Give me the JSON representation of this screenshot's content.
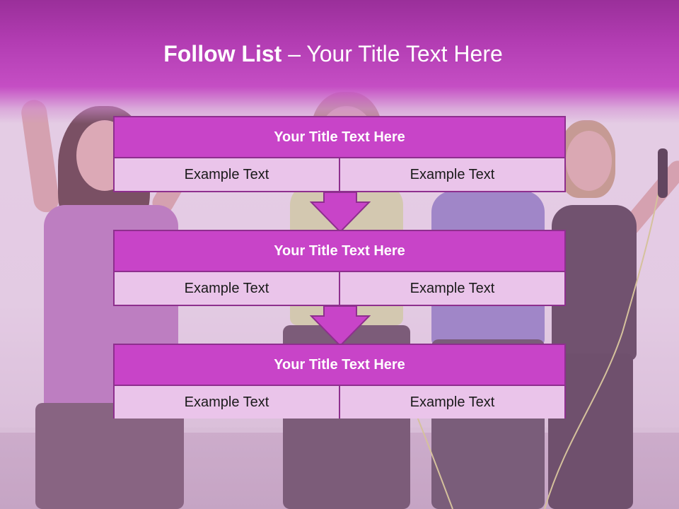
{
  "header": {
    "title_bold": "Follow List",
    "title_rest": " – Your Title Text Here"
  },
  "steps": [
    {
      "title": "Your Title Text Here",
      "left": "Example Text",
      "right": "Example Text"
    },
    {
      "title": "Your Title Text Here",
      "left": "Example Text",
      "right": "Example Text"
    },
    {
      "title": "Your Title Text Here",
      "left": "Example Text",
      "right": "Example Text"
    }
  ],
  "colors": {
    "header": "#b33db3",
    "block_title": "#c844c8",
    "block_cell": "#eac4ea",
    "border": "#8e2f8e",
    "arrow": "#c844c8"
  },
  "background": {
    "description_icon": "fitness-women-photo"
  }
}
